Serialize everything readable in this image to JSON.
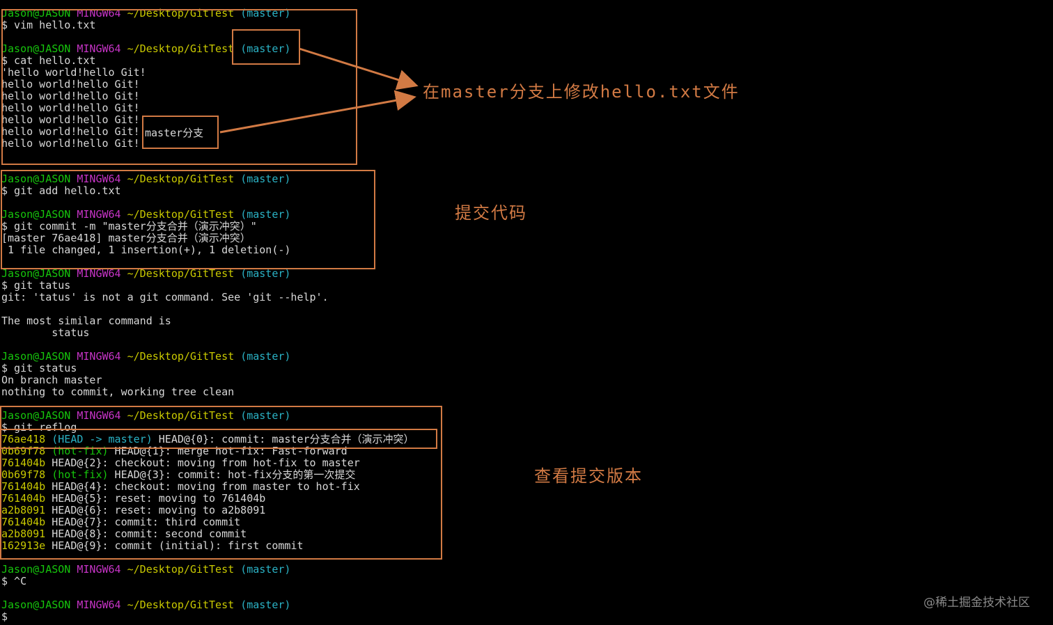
{
  "prompt": {
    "user": "Jason@JASON",
    "msys": "MINGW64",
    "path": "~/Desktop/GitTest",
    "branch": "(master)"
  },
  "terminal_lines": [
    {
      "type": "prompt"
    },
    {
      "type": "text",
      "text": "$ vim hello.txt"
    },
    {
      "type": "blank"
    },
    {
      "type": "prompt"
    },
    {
      "type": "text",
      "text": "$ cat hello.txt"
    },
    {
      "type": "text",
      "text": "'hello world!hello Git!"
    },
    {
      "type": "text",
      "text": "hello world!hello Git!"
    },
    {
      "type": "text",
      "text": "hello world!hello Git!"
    },
    {
      "type": "text",
      "text": "hello world!hello Git!"
    },
    {
      "type": "text",
      "text": "hello world!hello Git!"
    },
    {
      "type": "text",
      "text": "hello world!hello Git!"
    },
    {
      "type": "text",
      "text": "hello world!hello Git!"
    },
    {
      "type": "blank"
    },
    {
      "type": "blank"
    },
    {
      "type": "prompt"
    },
    {
      "type": "text",
      "text": "$ git add hello.txt"
    },
    {
      "type": "blank"
    },
    {
      "type": "prompt"
    },
    {
      "type": "text",
      "text": "$ git commit -m \"master分支合并（演示冲突）\""
    },
    {
      "type": "text",
      "text": "[master 76ae418] master分支合并（演示冲突）"
    },
    {
      "type": "text",
      "text": " 1 file changed, 1 insertion(+), 1 deletion(-)"
    },
    {
      "type": "blank"
    },
    {
      "type": "prompt"
    },
    {
      "type": "text",
      "text": "$ git tatus"
    },
    {
      "type": "text",
      "text": "git: 'tatus' is not a git command. See 'git --help'."
    },
    {
      "type": "blank"
    },
    {
      "type": "text",
      "text": "The most similar command is"
    },
    {
      "type": "text",
      "text": "        status"
    },
    {
      "type": "blank"
    },
    {
      "type": "prompt"
    },
    {
      "type": "text",
      "text": "$ git status"
    },
    {
      "type": "text",
      "text": "On branch master"
    },
    {
      "type": "text",
      "text": "nothing to commit, working tree clean"
    },
    {
      "type": "blank"
    },
    {
      "type": "prompt"
    },
    {
      "type": "text",
      "text": "$ git reflog"
    },
    {
      "type": "reflog",
      "hash": "76ae418",
      "ref": "(HEAD -> master)",
      "rest": " HEAD@{0}: commit: master分支合并（演示冲突）"
    },
    {
      "type": "reflog",
      "hash": "0b69f78",
      "ref": "(hot-fix)",
      "rest": " HEAD@{1}: merge hot-fix: Fast-forward"
    },
    {
      "type": "reflog",
      "hash": "761404b",
      "ref": "",
      "rest": " HEAD@{2}: checkout: moving from hot-fix to master"
    },
    {
      "type": "reflog",
      "hash": "0b69f78",
      "ref": "(hot-fix)",
      "rest": " HEAD@{3}: commit: hot-fix分支的第一次提交"
    },
    {
      "type": "reflog",
      "hash": "761404b",
      "ref": "",
      "rest": " HEAD@{4}: checkout: moving from master to hot-fix"
    },
    {
      "type": "reflog",
      "hash": "761404b",
      "ref": "",
      "rest": " HEAD@{5}: reset: moving to 761404b"
    },
    {
      "type": "reflog",
      "hash": "a2b8091",
      "ref": "",
      "rest": " HEAD@{6}: reset: moving to a2b8091"
    },
    {
      "type": "reflog",
      "hash": "761404b",
      "ref": "",
      "rest": " HEAD@{7}: commit: third commit"
    },
    {
      "type": "reflog",
      "hash": "a2b8091",
      "ref": "",
      "rest": " HEAD@{8}: commit: second commit"
    },
    {
      "type": "reflog",
      "hash": "162913e",
      "ref": "",
      "rest": " HEAD@{9}: commit (initial): first commit"
    },
    {
      "type": "blank"
    },
    {
      "type": "prompt"
    },
    {
      "type": "text",
      "text": "$ ^C"
    },
    {
      "type": "blank"
    },
    {
      "type": "prompt"
    },
    {
      "type": "text",
      "text": "$"
    }
  ],
  "annotations": {
    "edit_note": "在master分支上修改hello.txt文件",
    "branch_label": "master分支",
    "commit_note": "提交代码",
    "reflog_note": "查看提交版本"
  },
  "watermark": "@稀土掘金技术社区",
  "colors": {
    "background": "#000000",
    "text": "#d8d8d8",
    "user": "#16c60c",
    "msys": "#c634c6",
    "path": "#c9c900",
    "branch": "#2bb3c6",
    "annotation": "#d27a44"
  }
}
